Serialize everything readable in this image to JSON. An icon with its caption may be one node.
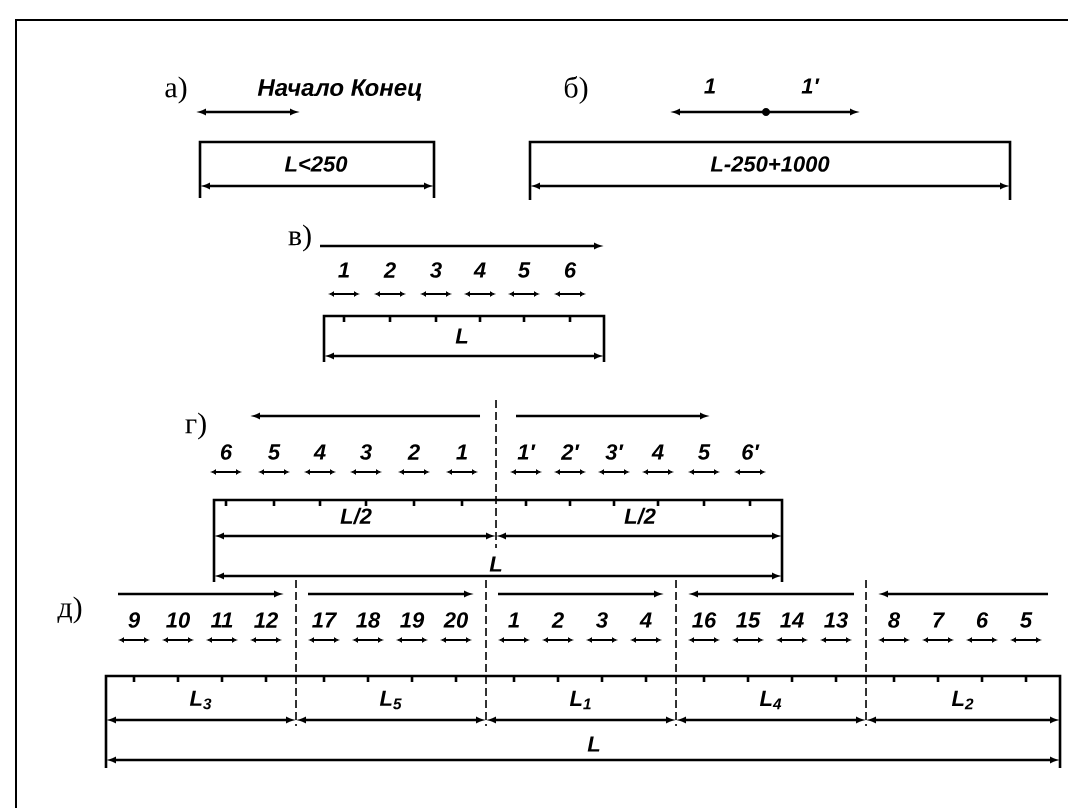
{
  "diagram": {
    "labels": [
      "а)",
      "Начало Конец",
      "L<250",
      "б)",
      "1",
      "1′",
      "L-250+1000",
      "в)",
      "1",
      "2",
      "3",
      "4",
      "5",
      "6",
      "L",
      "г)",
      "6",
      "5",
      "4",
      "3",
      "2",
      "1",
      "1′",
      "2′",
      "3′",
      "4",
      "5",
      "6′",
      "L/2",
      "L/2",
      "L",
      "д)",
      "9",
      "10",
      "11",
      "12",
      "17",
      "18",
      "19",
      "20",
      "1",
      "2",
      "3",
      "4",
      "16",
      "15",
      "14",
      "13",
      "8",
      "7",
      "6",
      "5",
      "L$_{3}$",
      "L$_{5}$",
      "L$_{1}$",
      "L$_{4}$",
      "L$_{2}$",
      "L"
    ]
  }
}
